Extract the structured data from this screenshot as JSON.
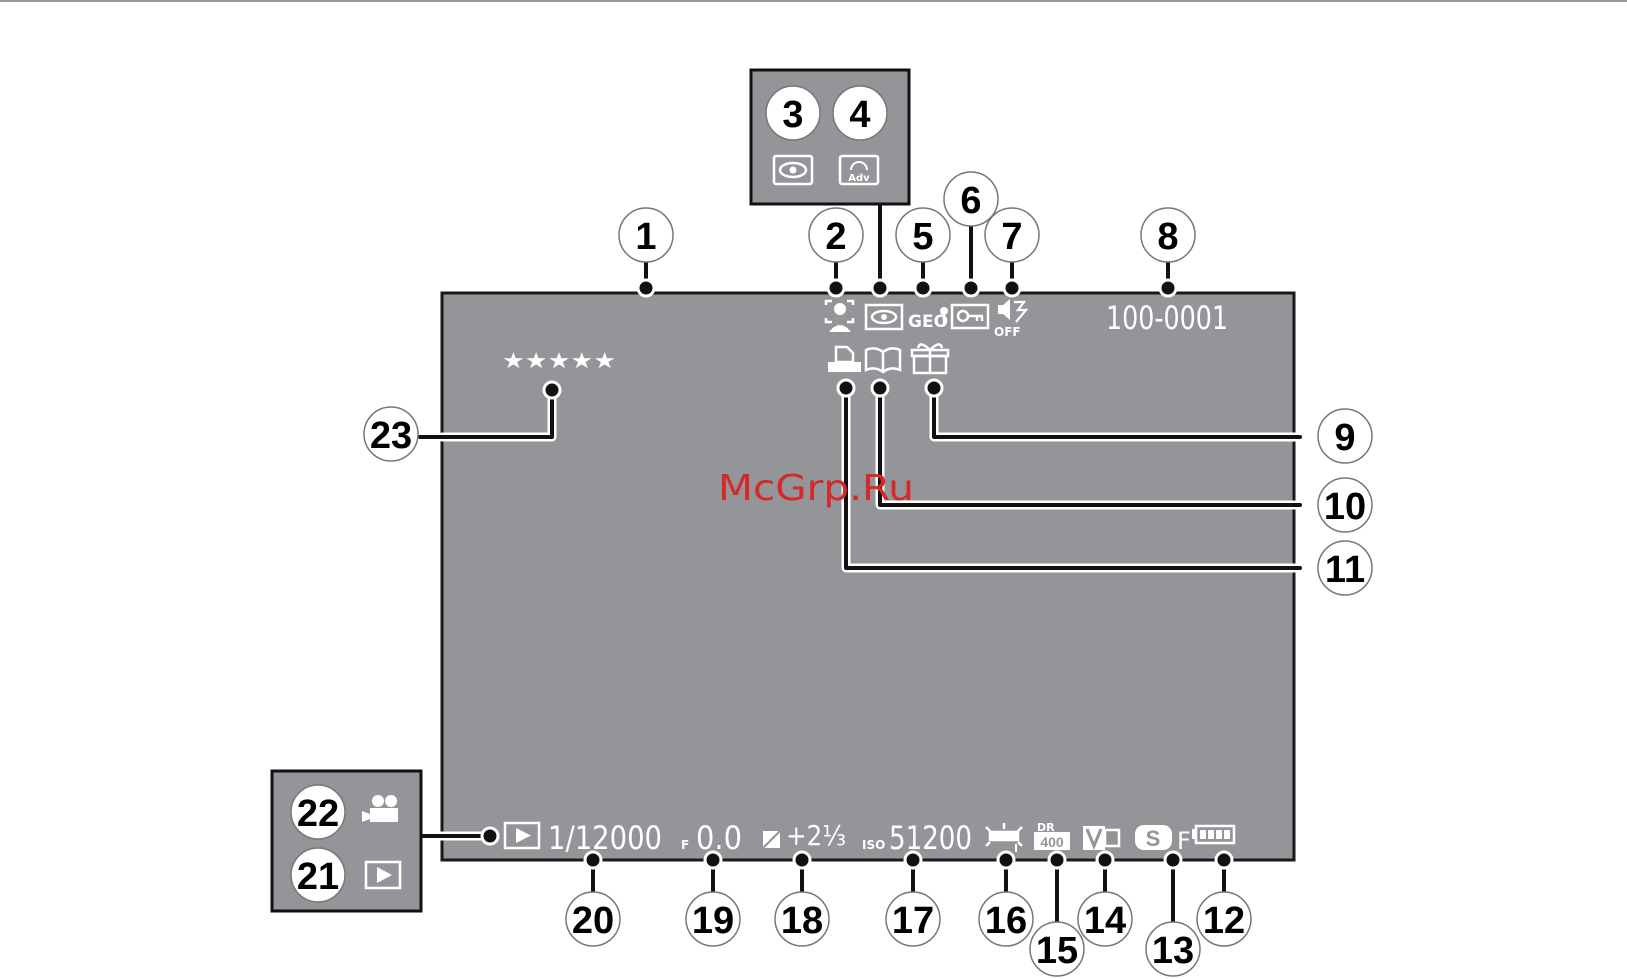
{
  "screen": {
    "frame_number": "100-0001",
    "rating_stars": "★★★★★",
    "shutter_speed": "1/12000",
    "aperture_prefix": "F",
    "aperture": "0.0",
    "exposure_comp": "+2⅓",
    "iso_prefix": "ISO",
    "iso": "51200",
    "geo_label": "GEO",
    "sound_flash_label": "OFF",
    "dr_label_top": "DR",
    "dr_label_bottom": "400",
    "quality_label": "F",
    "adv_label": "Adv"
  },
  "callouts": {
    "c1": "1",
    "c2": "2",
    "c3": "3",
    "c4": "4",
    "c5": "5",
    "c6": "6",
    "c7": "7",
    "c8": "8",
    "c9": "9",
    "c10": "10",
    "c11": "11",
    "c12": "12",
    "c13": "13",
    "c14": "14",
    "c15": "15",
    "c16": "16",
    "c17": "17",
    "c18": "18",
    "c19": "19",
    "c20": "20",
    "c21": "21",
    "c22": "22",
    "c23": "23"
  },
  "watermark": "McGrp.Ru",
  "colors": {
    "screen_bg": "#939598",
    "screen_border": "#1a1a1a",
    "inset_bg": "#939598",
    "watermark": "#d62828"
  },
  "icons": [
    "face-detection-icon",
    "red-eye-icon",
    "advanced-filter-icon",
    "geotag-icon",
    "protect-key-icon",
    "silent-mode-icon",
    "print-order-icon",
    "photobook-icon",
    "gift-icon",
    "battery-icon",
    "sensitivity-s-icon",
    "film-simulation-icon",
    "dynamic-range-icon",
    "white-balance-icon",
    "playback-icon",
    "movie-icon"
  ]
}
